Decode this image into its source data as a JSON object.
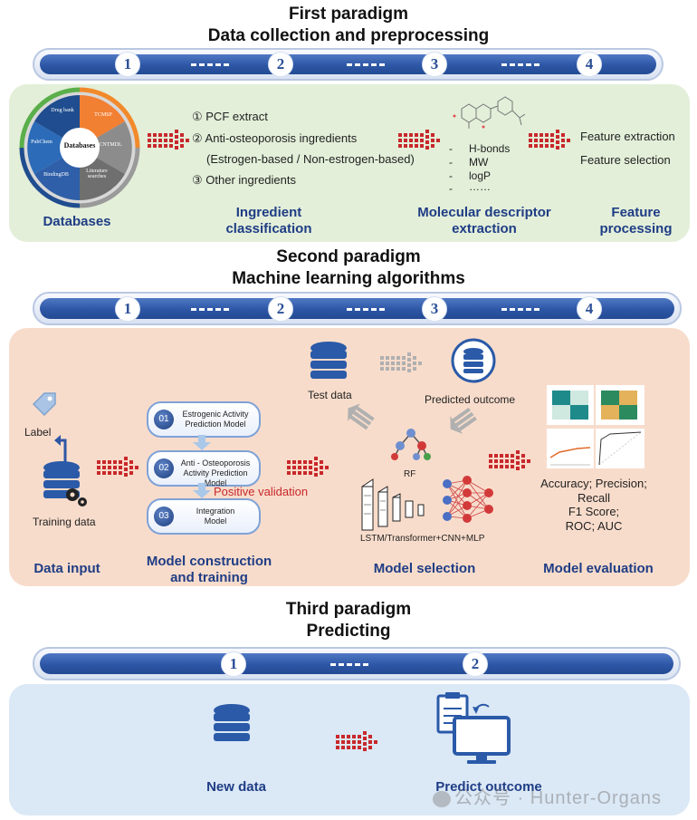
{
  "paradigm1": {
    "title_line1": "First paradigm",
    "title_line2": "Data collection and  preprocessing",
    "steps": [
      "1",
      "2",
      "3",
      "4"
    ],
    "databases": {
      "center": "Databases",
      "segments": [
        "Drug bank",
        "TCMSP",
        "CNTMDL",
        "Literature searches",
        "BindingDB",
        "PubChem"
      ]
    },
    "classification_items": [
      "① PCF extract",
      "② Anti-osteoporosis ingredients",
      "(Estrogen-based / Non-estrogen-based)",
      "③ Other ingredients"
    ],
    "descriptors": [
      "H-bonds",
      "MW",
      "logP",
      "……"
    ],
    "feature_items": [
      "Feature extraction",
      "Feature selection"
    ],
    "labels": [
      "Databases",
      "Ingredient\nclassification",
      "Molecular descriptor\nextraction",
      "Feature\nprocessing"
    ]
  },
  "paradigm2": {
    "title_line1": "Second paradigm",
    "title_line2": "Machine learning algorithms",
    "steps": [
      "1",
      "2",
      "3",
      "4"
    ],
    "label_text": "Label",
    "training_data": "Training data",
    "models": [
      {
        "num": "01",
        "name": "Estrogenic Activity\nPrediction Model"
      },
      {
        "num": "02",
        "name": "Anti - Osteoporosis\nActivity Prediction Model"
      },
      {
        "num": "03",
        "name": "Integration\nModel"
      }
    ],
    "positive_validation": "Positive validation",
    "test_data": "Test data",
    "predicted_outcome": "Predicted outcome",
    "rf": "RF",
    "deep_models": "LSTM/Transformer+CNN+MLP",
    "metrics": "Accuracy; Precision;\nRecall\nF1 Score;\nROC; AUC",
    "labels": [
      "Data input",
      "Model construction\nand training",
      "Model selection",
      "Model evaluation"
    ]
  },
  "paradigm3": {
    "title_line1": "Third paradigm",
    "title_line2": "Predicting",
    "steps": [
      "1",
      "2"
    ],
    "labels": [
      "New data",
      "Predict outcome"
    ]
  },
  "watermark": "公众号 · Hunter-Organs",
  "colors": {
    "bar_blue": "#2d56a5",
    "panel_green": "#e3efd9",
    "panel_peach": "#f8dccb",
    "panel_blue": "#dbe8f6",
    "label_blue": "#1f3d85",
    "arrow_red": "#c8282b",
    "validation_red": "#c8282b"
  }
}
